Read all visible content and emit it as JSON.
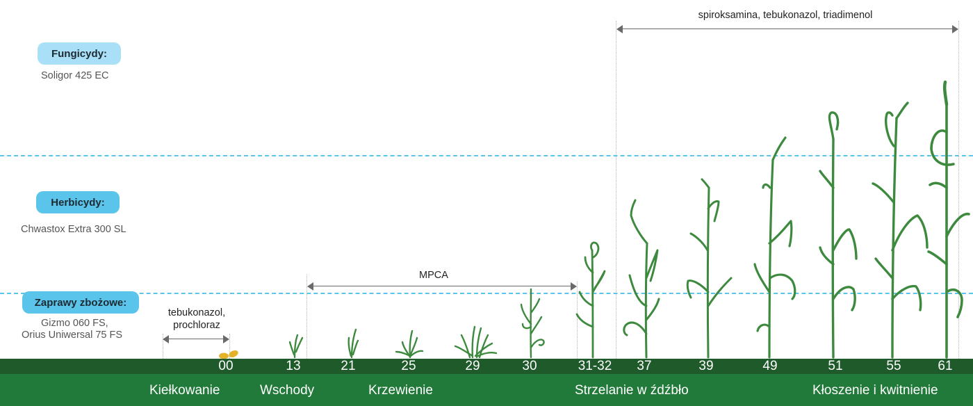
{
  "categories": {
    "fungicides": {
      "label": "Fungicydy:",
      "product": "Soligor 425 EC",
      "color": "#a9e0f7"
    },
    "herbicides": {
      "label": "Herbicydy:",
      "product": "Chwastox Extra 300 SL",
      "color": "#5bc4ea"
    },
    "seed_treatments": {
      "label": "Zaprawy zbożowe:",
      "product_line1": "Gizmo 060 FS,",
      "product_line2": "Orius Uniwersal 75 FS",
      "color": "#5bc4ea"
    }
  },
  "ranges": {
    "seed": {
      "line1": "tebukonazol,",
      "line2": "prochloraz"
    },
    "herbicide": {
      "label": "MPCA"
    },
    "fungicide": {
      "label": "spiroksamina, tebukonazol, triadimenol"
    }
  },
  "bbch_codes": [
    "00",
    "13",
    "21",
    "25",
    "29",
    "30",
    "31-32",
    "37",
    "39",
    "49",
    "51",
    "55",
    "61"
  ],
  "stages": [
    "Kiełkowanie",
    "Wschody",
    "Krzewienie",
    "Strzelanie w źdźbło",
    "Kłoszenie i kwitnienie"
  ],
  "colors": {
    "plant": "#3d8a3f",
    "seed": "#e4b22a",
    "band_dark": "#1f5a2a",
    "band_light": "#217a3a",
    "guide": "#5bc4ea"
  }
}
